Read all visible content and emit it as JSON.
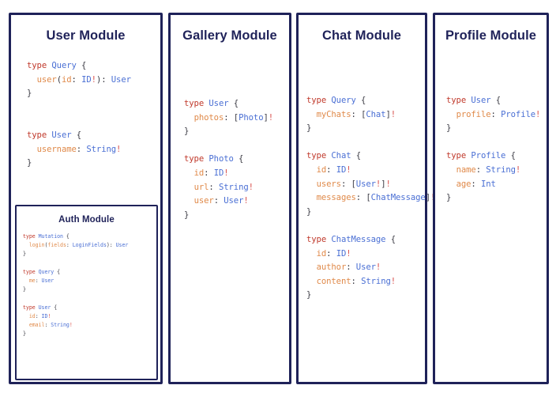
{
  "page": {
    "background": "#ffffff",
    "border_color": "#1f2259",
    "title_color": "#1f2259"
  },
  "syntax_colors": {
    "keyword": "#c0392b",
    "type_name": "#4a6fd4",
    "field_name": "#e08a4a",
    "punctuation": "#3b3b44",
    "bang": "#d9534f"
  },
  "modules": {
    "user": {
      "title": "User Module",
      "code_lines": [
        [
          {
            "t": "type ",
            "c": "kw"
          },
          {
            "t": "Query",
            "c": "type"
          },
          {
            "t": " {",
            "c": "pun"
          }
        ],
        [
          {
            "t": "  ",
            "c": "pun"
          },
          {
            "t": "user",
            "c": "fld"
          },
          {
            "t": "(",
            "c": "pun"
          },
          {
            "t": "id",
            "c": "fld"
          },
          {
            "t": ": ",
            "c": "pun"
          },
          {
            "t": "ID",
            "c": "type"
          },
          {
            "t": "!",
            "c": "bang"
          },
          {
            "t": "): ",
            "c": "pun"
          },
          {
            "t": "User",
            "c": "type"
          }
        ],
        [
          {
            "t": "}",
            "c": "pun"
          }
        ],
        [
          {
            "t": "",
            "c": "pun"
          }
        ],
        [
          {
            "t": "",
            "c": "pun"
          }
        ],
        [
          {
            "t": "type ",
            "c": "kw"
          },
          {
            "t": "User",
            "c": "type"
          },
          {
            "t": " {",
            "c": "pun"
          }
        ],
        [
          {
            "t": "  ",
            "c": "pun"
          },
          {
            "t": "username",
            "c": "fld"
          },
          {
            "t": ": ",
            "c": "pun"
          },
          {
            "t": "String",
            "c": "type"
          },
          {
            "t": "!",
            "c": "bang"
          }
        ],
        [
          {
            "t": "}",
            "c": "pun"
          }
        ]
      ]
    },
    "auth": {
      "title": "Auth Module",
      "code_lines": [
        [
          {
            "t": "type ",
            "c": "kw"
          },
          {
            "t": "Mutation",
            "c": "type"
          },
          {
            "t": " {",
            "c": "pun"
          }
        ],
        [
          {
            "t": "  ",
            "c": "pun"
          },
          {
            "t": "login",
            "c": "fld"
          },
          {
            "t": "(",
            "c": "pun"
          },
          {
            "t": "fields",
            "c": "fld"
          },
          {
            "t": ": ",
            "c": "pun"
          },
          {
            "t": "LoginFields",
            "c": "type"
          },
          {
            "t": "): ",
            "c": "pun"
          },
          {
            "t": "User",
            "c": "type"
          }
        ],
        [
          {
            "t": "}",
            "c": "pun"
          }
        ],
        [
          {
            "t": "",
            "c": "pun"
          }
        ],
        [
          {
            "t": "type ",
            "c": "kw"
          },
          {
            "t": "Query",
            "c": "type"
          },
          {
            "t": " {",
            "c": "pun"
          }
        ],
        [
          {
            "t": "  ",
            "c": "pun"
          },
          {
            "t": "me",
            "c": "fld"
          },
          {
            "t": ": ",
            "c": "pun"
          },
          {
            "t": "User",
            "c": "type"
          }
        ],
        [
          {
            "t": "}",
            "c": "pun"
          }
        ],
        [
          {
            "t": "",
            "c": "pun"
          }
        ],
        [
          {
            "t": "type ",
            "c": "kw"
          },
          {
            "t": "User",
            "c": "type"
          },
          {
            "t": " {",
            "c": "pun"
          }
        ],
        [
          {
            "t": "  ",
            "c": "pun"
          },
          {
            "t": "id",
            "c": "fld"
          },
          {
            "t": ": ",
            "c": "pun"
          },
          {
            "t": "ID",
            "c": "type"
          },
          {
            "t": "!",
            "c": "bang"
          }
        ],
        [
          {
            "t": "  ",
            "c": "pun"
          },
          {
            "t": "email",
            "c": "fld"
          },
          {
            "t": ": ",
            "c": "pun"
          },
          {
            "t": "String",
            "c": "type"
          },
          {
            "t": "!",
            "c": "bang"
          }
        ],
        [
          {
            "t": "}",
            "c": "pun"
          }
        ]
      ]
    },
    "gallery": {
      "title": "Gallery Module",
      "code_lines": [
        [
          {
            "t": "type ",
            "c": "kw"
          },
          {
            "t": "User",
            "c": "type"
          },
          {
            "t": " {",
            "c": "pun"
          }
        ],
        [
          {
            "t": "  ",
            "c": "pun"
          },
          {
            "t": "photos",
            "c": "fld"
          },
          {
            "t": ": [",
            "c": "pun"
          },
          {
            "t": "Photo",
            "c": "type"
          },
          {
            "t": "]",
            "c": "pun"
          },
          {
            "t": "!",
            "c": "bang"
          }
        ],
        [
          {
            "t": "}",
            "c": "pun"
          }
        ],
        [
          {
            "t": "",
            "c": "pun"
          }
        ],
        [
          {
            "t": "type ",
            "c": "kw"
          },
          {
            "t": "Photo",
            "c": "type"
          },
          {
            "t": " {",
            "c": "pun"
          }
        ],
        [
          {
            "t": "  ",
            "c": "pun"
          },
          {
            "t": "id",
            "c": "fld"
          },
          {
            "t": ": ",
            "c": "pun"
          },
          {
            "t": "ID",
            "c": "type"
          },
          {
            "t": "!",
            "c": "bang"
          }
        ],
        [
          {
            "t": "  ",
            "c": "pun"
          },
          {
            "t": "url",
            "c": "fld"
          },
          {
            "t": ": ",
            "c": "pun"
          },
          {
            "t": "String",
            "c": "type"
          },
          {
            "t": "!",
            "c": "bang"
          }
        ],
        [
          {
            "t": "  ",
            "c": "pun"
          },
          {
            "t": "user",
            "c": "fld"
          },
          {
            "t": ": ",
            "c": "pun"
          },
          {
            "t": "User",
            "c": "type"
          },
          {
            "t": "!",
            "c": "bang"
          }
        ],
        [
          {
            "t": "}",
            "c": "pun"
          }
        ]
      ]
    },
    "chat": {
      "title": "Chat Module",
      "code_lines": [
        [
          {
            "t": "type ",
            "c": "kw"
          },
          {
            "t": "Query",
            "c": "type"
          },
          {
            "t": " {",
            "c": "pun"
          }
        ],
        [
          {
            "t": "  ",
            "c": "pun"
          },
          {
            "t": "myChats",
            "c": "fld"
          },
          {
            "t": ": [",
            "c": "pun"
          },
          {
            "t": "Chat",
            "c": "type"
          },
          {
            "t": "]",
            "c": "pun"
          },
          {
            "t": "!",
            "c": "bang"
          }
        ],
        [
          {
            "t": "}",
            "c": "pun"
          }
        ],
        [
          {
            "t": "",
            "c": "pun"
          }
        ],
        [
          {
            "t": "type ",
            "c": "kw"
          },
          {
            "t": "Chat",
            "c": "type"
          },
          {
            "t": " {",
            "c": "pun"
          }
        ],
        [
          {
            "t": "  ",
            "c": "pun"
          },
          {
            "t": "id",
            "c": "fld"
          },
          {
            "t": ": ",
            "c": "pun"
          },
          {
            "t": "ID",
            "c": "type"
          },
          {
            "t": "!",
            "c": "bang"
          }
        ],
        [
          {
            "t": "  ",
            "c": "pun"
          },
          {
            "t": "users",
            "c": "fld"
          },
          {
            "t": ": [",
            "c": "pun"
          },
          {
            "t": "User",
            "c": "type"
          },
          {
            "t": "!",
            "c": "bang"
          },
          {
            "t": "]",
            "c": "pun"
          },
          {
            "t": "!",
            "c": "bang"
          }
        ],
        [
          {
            "t": "  ",
            "c": "pun"
          },
          {
            "t": "messages",
            "c": "fld"
          },
          {
            "t": ": [",
            "c": "pun"
          },
          {
            "t": "ChatMessage",
            "c": "type"
          },
          {
            "t": "]",
            "c": "pun"
          },
          {
            "t": "!",
            "c": "bang"
          }
        ],
        [
          {
            "t": "}",
            "c": "pun"
          }
        ],
        [
          {
            "t": "",
            "c": "pun"
          }
        ],
        [
          {
            "t": "type ",
            "c": "kw"
          },
          {
            "t": "ChatMessage",
            "c": "type"
          },
          {
            "t": " {",
            "c": "pun"
          }
        ],
        [
          {
            "t": "  ",
            "c": "pun"
          },
          {
            "t": "id",
            "c": "fld"
          },
          {
            "t": ": ",
            "c": "pun"
          },
          {
            "t": "ID",
            "c": "type"
          },
          {
            "t": "!",
            "c": "bang"
          }
        ],
        [
          {
            "t": "  ",
            "c": "pun"
          },
          {
            "t": "author",
            "c": "fld"
          },
          {
            "t": ": ",
            "c": "pun"
          },
          {
            "t": "User",
            "c": "type"
          },
          {
            "t": "!",
            "c": "bang"
          }
        ],
        [
          {
            "t": "  ",
            "c": "pun"
          },
          {
            "t": "content",
            "c": "fld"
          },
          {
            "t": ": ",
            "c": "pun"
          },
          {
            "t": "String",
            "c": "type"
          },
          {
            "t": "!",
            "c": "bang"
          }
        ],
        [
          {
            "t": "}",
            "c": "pun"
          }
        ]
      ]
    },
    "profile": {
      "title": "Profile Module",
      "code_lines": [
        [
          {
            "t": "type ",
            "c": "kw"
          },
          {
            "t": "User",
            "c": "type"
          },
          {
            "t": " {",
            "c": "pun"
          }
        ],
        [
          {
            "t": "  ",
            "c": "pun"
          },
          {
            "t": "profile",
            "c": "fld"
          },
          {
            "t": ": ",
            "c": "pun"
          },
          {
            "t": "Profile",
            "c": "type"
          },
          {
            "t": "!",
            "c": "bang"
          }
        ],
        [
          {
            "t": "}",
            "c": "pun"
          }
        ],
        [
          {
            "t": "",
            "c": "pun"
          }
        ],
        [
          {
            "t": "type ",
            "c": "kw"
          },
          {
            "t": "Profile",
            "c": "type"
          },
          {
            "t": " {",
            "c": "pun"
          }
        ],
        [
          {
            "t": "  ",
            "c": "pun"
          },
          {
            "t": "name",
            "c": "fld"
          },
          {
            "t": ": ",
            "c": "pun"
          },
          {
            "t": "String",
            "c": "type"
          },
          {
            "t": "!",
            "c": "bang"
          }
        ],
        [
          {
            "t": "  ",
            "c": "pun"
          },
          {
            "t": "age",
            "c": "fld"
          },
          {
            "t": ": ",
            "c": "pun"
          },
          {
            "t": "Int",
            "c": "type"
          }
        ],
        [
          {
            "t": "}",
            "c": "pun"
          }
        ]
      ]
    }
  }
}
